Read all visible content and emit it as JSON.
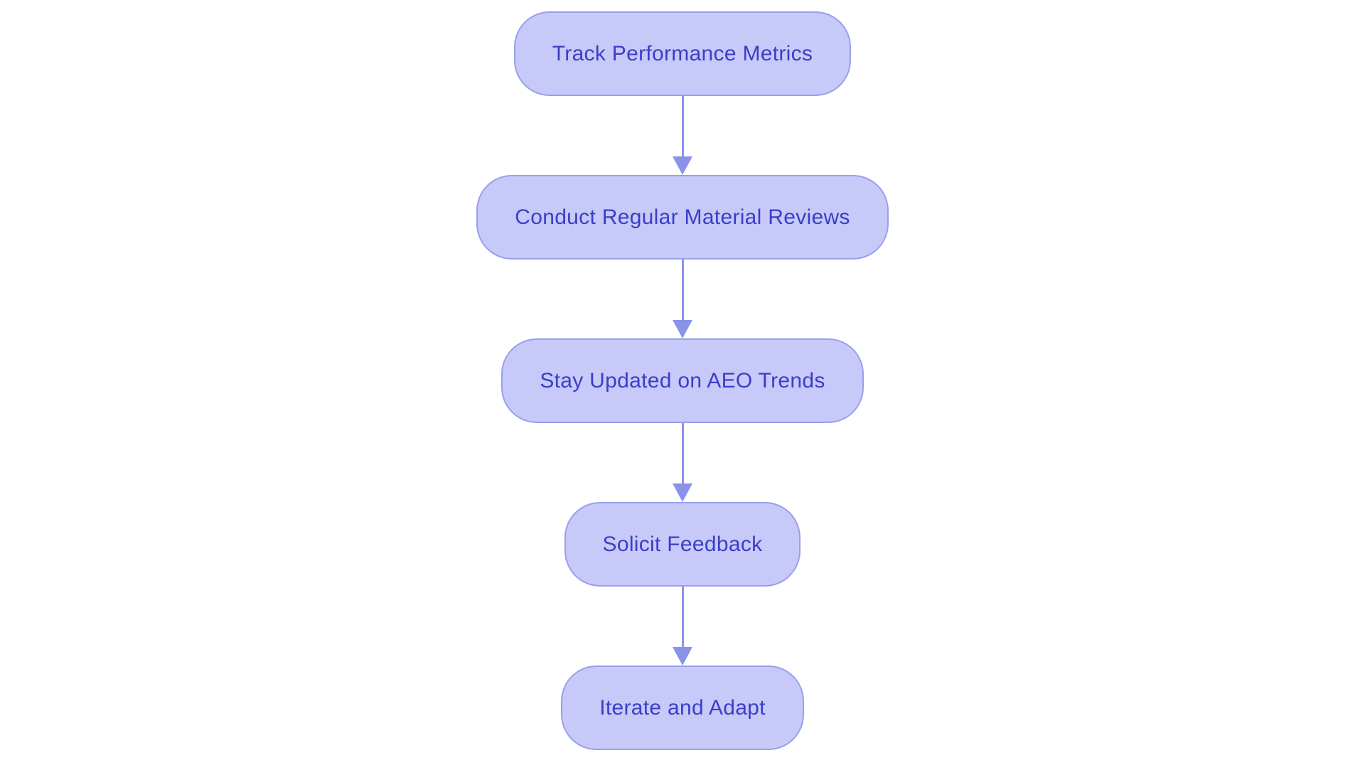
{
  "flowchart": {
    "type": "vertical-flowchart",
    "direction": "top-to-bottom",
    "nodes": [
      {
        "id": "track-performance-metrics",
        "label": "Track Performance Metrics"
      },
      {
        "id": "conduct-regular-material-reviews",
        "label": "Conduct Regular Material Reviews"
      },
      {
        "id": "stay-updated-on-aeo-trends",
        "label": "Stay Updated on AEO Trends"
      },
      {
        "id": "solicit-feedback",
        "label": "Solicit Feedback"
      },
      {
        "id": "iterate-and-adapt",
        "label": "Iterate and Adapt"
      }
    ],
    "edges": [
      {
        "from": "track-performance-metrics",
        "to": "conduct-regular-material-reviews"
      },
      {
        "from": "conduct-regular-material-reviews",
        "to": "stay-updated-on-aeo-trends"
      },
      {
        "from": "stay-updated-on-aeo-trends",
        "to": "solicit-feedback"
      },
      {
        "from": "solicit-feedback",
        "to": "iterate-and-adapt"
      }
    ],
    "colors": {
      "node_fill": "#c7c9f8",
      "node_border": "#98a0ee",
      "node_text": "#3b3ec8",
      "arrow": "#8b93e8",
      "background": "#ffffff"
    }
  }
}
